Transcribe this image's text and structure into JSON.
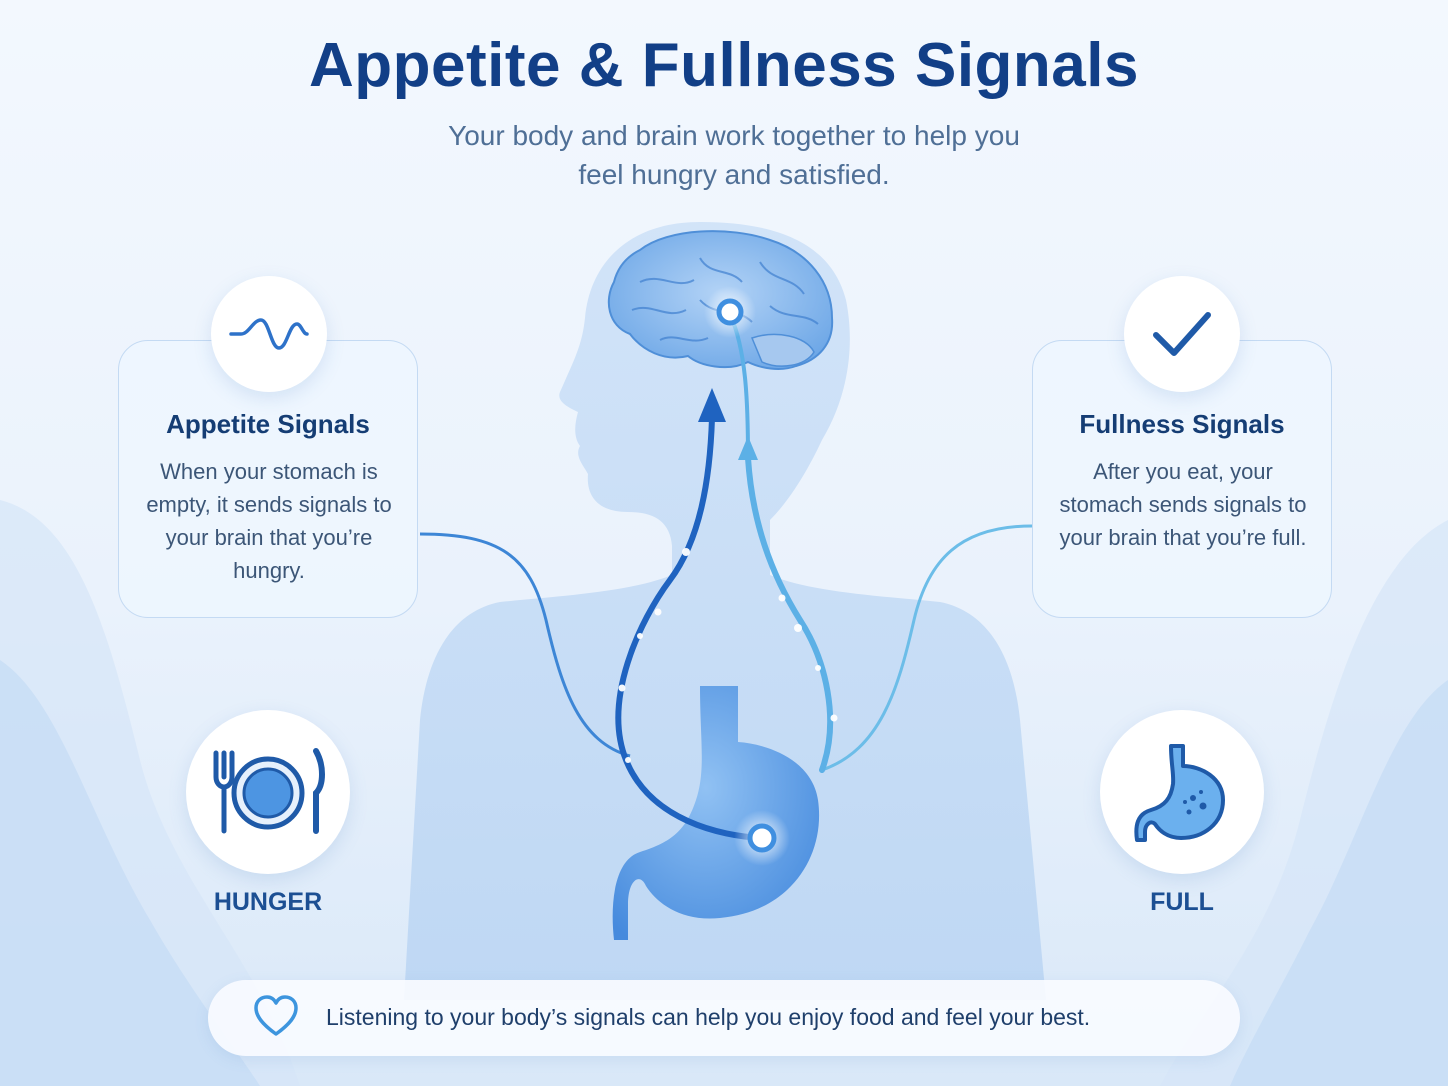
{
  "header": {
    "title": "Appetite & Fullness Signals",
    "subtitle": "Your body and brain work together to help you feel hungry and satisfied."
  },
  "appetite_card": {
    "heading": "Appetite Signals",
    "body": "When your stomach is empty, it sends signals to your brain that you’re hungry.",
    "icon": "wave-icon"
  },
  "fullness_card": {
    "heading": "Fullness Signals",
    "body": "After you eat, your stomach sends signals to your brain that you’re full.",
    "icon": "checkmark-icon"
  },
  "hunger_badge": {
    "label": "HUNGER",
    "icon": "plate-fork-knife-icon"
  },
  "full_badge": {
    "label": "FULL",
    "icon": "full-stomach-icon"
  },
  "footer": {
    "text": "Listening to your body’s signals can help you enjoy food and feel your best.",
    "icon": "heart-icon"
  },
  "colors": {
    "title": "#123f87",
    "accent_dark": "#1f63c0",
    "accent_light": "#5cb0e6",
    "body_fill": "#c5dcf6"
  }
}
